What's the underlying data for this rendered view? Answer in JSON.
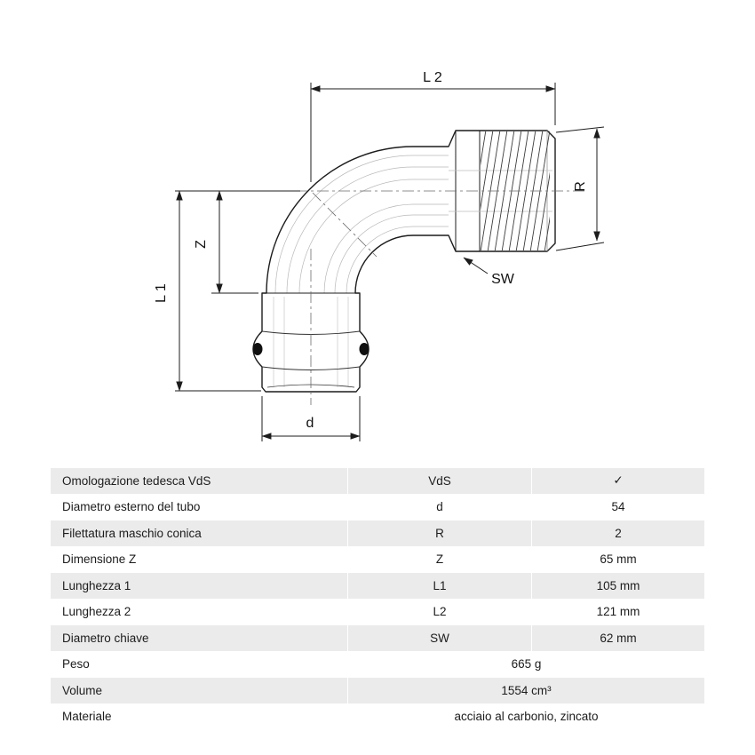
{
  "drawing": {
    "labels": {
      "l2": "L 2",
      "r": "R",
      "z": "Z",
      "l1": "L 1",
      "sw": "SW",
      "d": "d"
    }
  },
  "table": {
    "rows": [
      {
        "label": "Omologazione tedesca VdS",
        "symbol": "VdS",
        "value": "✓"
      },
      {
        "label": "Diametro esterno del tubo",
        "symbol": "d",
        "value": "54"
      },
      {
        "label": "Filettatura maschio conica",
        "symbol": "R",
        "value": "2"
      },
      {
        "label": "Dimensione Z",
        "symbol": "Z",
        "value": "65 mm"
      },
      {
        "label": "Lunghezza 1",
        "symbol": "L1",
        "value": "105 mm"
      },
      {
        "label": "Lunghezza 2",
        "symbol": "L2",
        "value": "121 mm"
      },
      {
        "label": "Diametro chiave",
        "symbol": "SW",
        "value": "62 mm"
      },
      {
        "label": "Peso",
        "value": "665 g"
      },
      {
        "label": "Volume",
        "value": "1554 cm³"
      },
      {
        "label": "Materiale",
        "value": "acciaio al carbonio, zincato"
      }
    ]
  }
}
